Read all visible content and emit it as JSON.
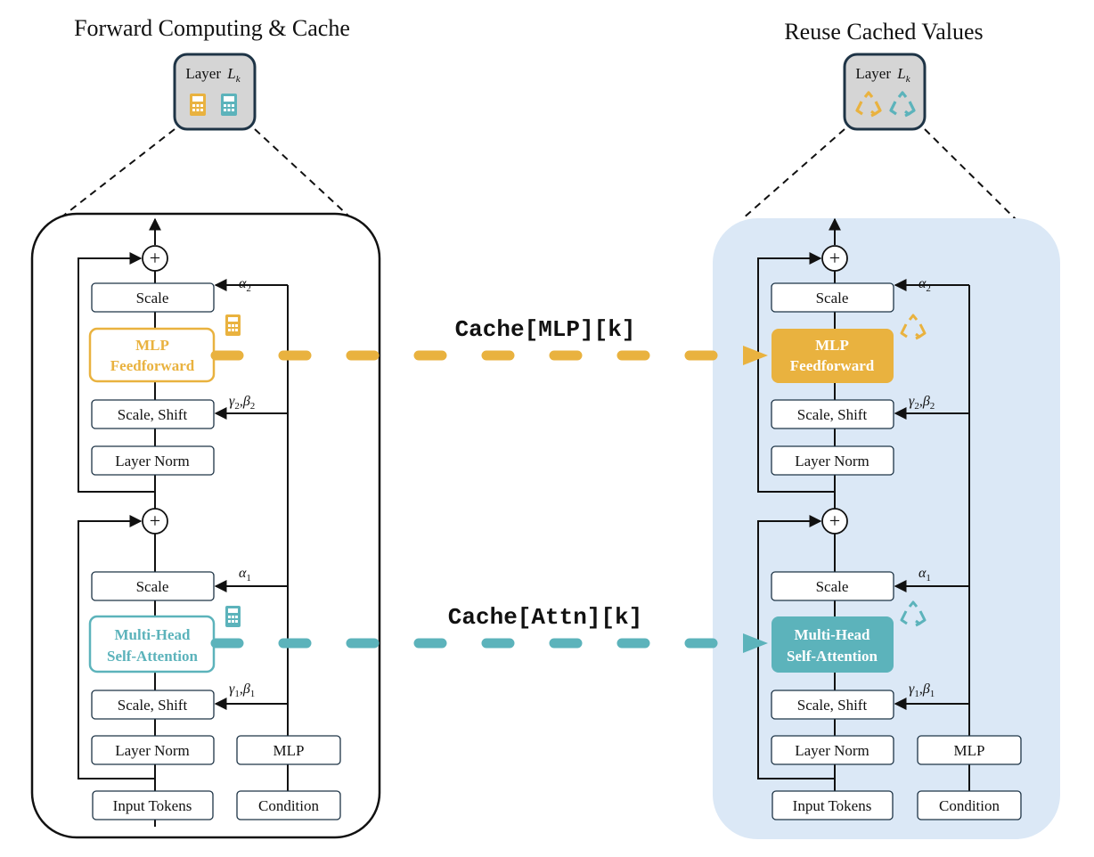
{
  "titles": {
    "left": "Forward Computing & Cache",
    "right": "Reuse Cached Values"
  },
  "layer_badge": {
    "label": "Layer",
    "sub": "k"
  },
  "colors": {
    "mlp": "#e9b23f",
    "attn": "#5cb3bb",
    "badge_fill": "#d5d5d5",
    "badge_stroke": "#1e3446",
    "right_panel": "#dbe8f6",
    "box_stroke": "#1e3446"
  },
  "icons": {
    "left": [
      "calculator-icon",
      "calculator-icon"
    ],
    "right": [
      "recycle-icon",
      "recycle-icon"
    ]
  },
  "cache_labels": {
    "mlp": "Cache[MLP][k]",
    "attn": "Cache[Attn][k]"
  },
  "blocks": {
    "scale": "Scale",
    "mlp_ff_line1": "MLP",
    "mlp_ff_line2": "Feedforward",
    "scale_shift": "Scale, Shift",
    "layer_norm": "Layer Norm",
    "attn_line1": "Multi-Head",
    "attn_line2": "Self-Attention",
    "input_tokens": "Input Tokens",
    "mlp": "MLP",
    "condition": "Condition",
    "plus": "+"
  },
  "modulation": {
    "alpha2": "α",
    "alpha2_sub": "2",
    "gamma2": "γ",
    "gamma2_sub": "2",
    "beta2": "β",
    "beta2_sub": "2",
    "alpha1": "α",
    "alpha1_sub": "1",
    "gamma1": "γ",
    "gamma1_sub": "1",
    "beta1": "β",
    "beta1_sub": "1",
    "sep": ","
  }
}
